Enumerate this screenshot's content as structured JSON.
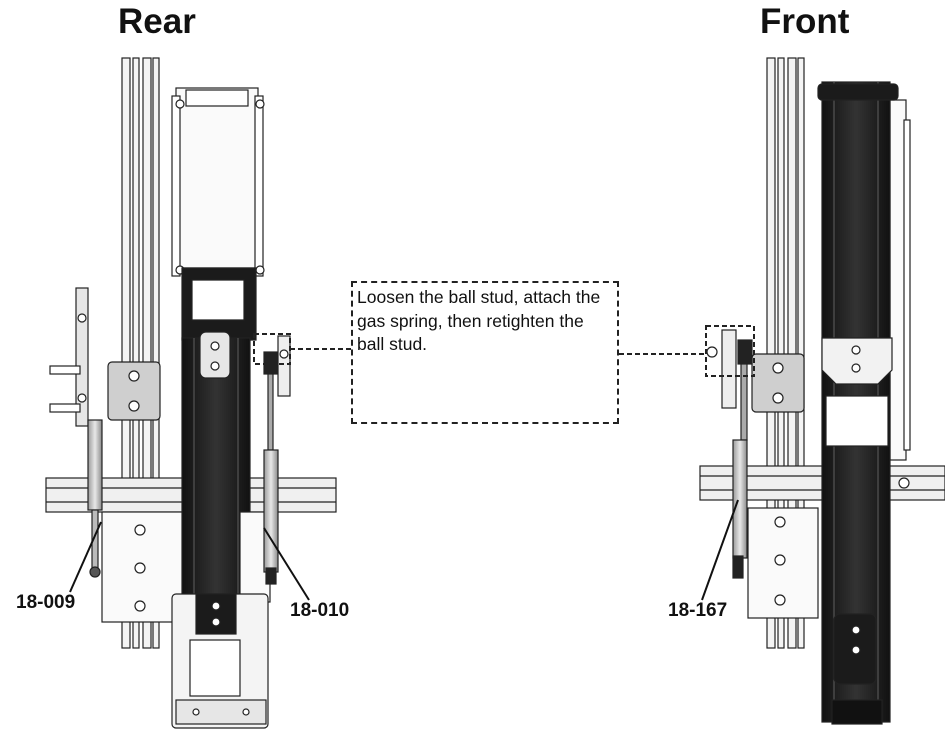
{
  "titles": {
    "rear": "Rear",
    "front": "Front"
  },
  "note": "Loosen the ball stud, attach the gas spring, then retighten the ball stud.",
  "parts": {
    "rear_left": "18-009",
    "rear_right": "18-010",
    "front": "18-167"
  }
}
